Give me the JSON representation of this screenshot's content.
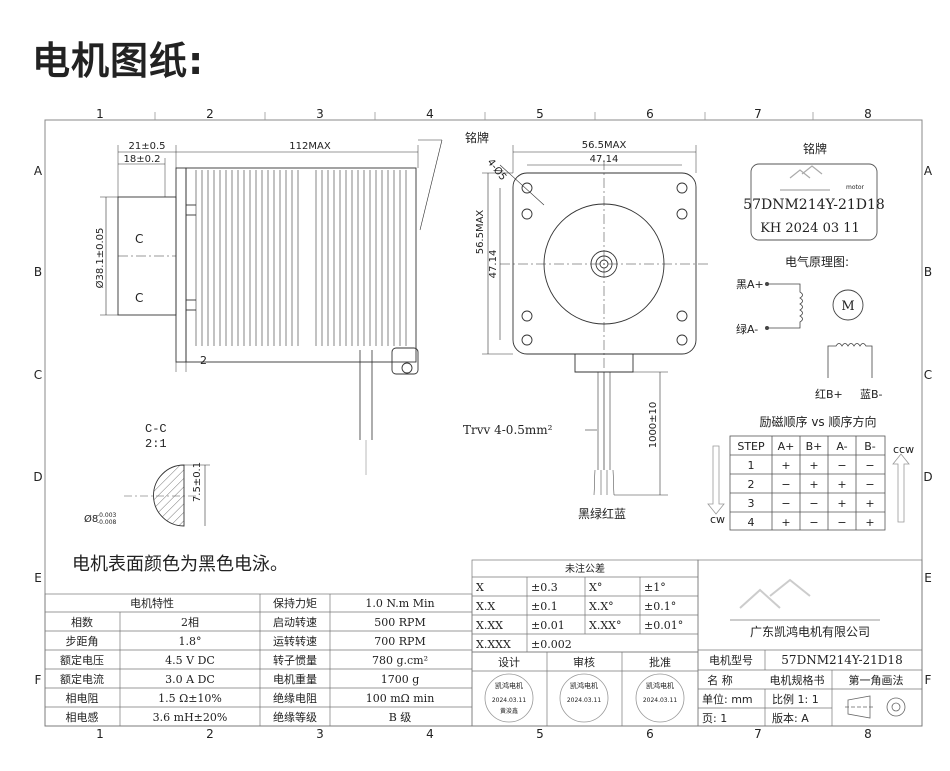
{
  "page": {
    "heading": "电机图纸:"
  },
  "grid": {
    "cols": [
      "1",
      "2",
      "3",
      "4",
      "5",
      "6",
      "7",
      "8"
    ],
    "rows": [
      "A",
      "B",
      "C",
      "D",
      "E",
      "F"
    ]
  },
  "side_view": {
    "dim_21": "21±0.5",
    "dim_18": "18±0.2",
    "dim_length": "112MAX",
    "dim_dia": "Ø38.1±0.05",
    "section_c_top": "C",
    "section_c_bottom": "C",
    "dim_2": "2",
    "nameplate_callout": "铭牌"
  },
  "front_view": {
    "hole_spec": "4-Ø5",
    "dim_outer": "56.5MAX",
    "dim_bolt": "47.14",
    "dim_outer_v": "56.5MAX",
    "dim_bolt_v": "47.14",
    "wire_spec": "Trvv 4-0.5mm²",
    "lead_length": "1000±10",
    "wire_colors": "黑绿红蓝"
  },
  "section": {
    "title": "C-C",
    "scale": "2:1",
    "dim_flat": "7.5±0.1",
    "dim_shaft": "Ø8",
    "tol_upper": "-0.003",
    "tol_lower": "-0.008"
  },
  "nameplate": {
    "title": "铭牌",
    "brand": "motor",
    "model": "57DNM214Y-21D18",
    "date": "KH 2024 03 11"
  },
  "schematic": {
    "title": "电气原理图:",
    "a_plus": "黑A+",
    "a_minus": "绿A-",
    "motor_symbol": "M",
    "b_plus": "红B+",
    "b_minus": "蓝B-"
  },
  "sequence": {
    "title": "励磁顺序 vs 顺序方向",
    "headers": [
      "STEP",
      "A+",
      "B+",
      "A-",
      "B-"
    ],
    "rows": [
      [
        "1",
        "+",
        "+",
        "−",
        "−"
      ],
      [
        "2",
        "−",
        "+",
        "+",
        "−"
      ],
      [
        "3",
        "−",
        "−",
        "+",
        "+"
      ],
      [
        "4",
        "+",
        "−",
        "−",
        "+"
      ]
    ],
    "ccw": "ccw",
    "cw": "cw"
  },
  "surface_note": "电机表面颜色为黑色电泳。",
  "specs": {
    "title": "电机特性",
    "rows": [
      [
        "相数",
        "2相",
        "保持力矩",
        "1.0 N.m Min"
      ],
      [
        "步距角",
        "1.8°",
        "启动转速",
        "500 RPM"
      ],
      [
        "额定电压",
        "4.5 V DC",
        "运转转速",
        "700 RPM"
      ],
      [
        "额定电流",
        "3.0 A DC",
        "转子惯量",
        "780 g.cm²"
      ],
      [
        "相电阻",
        "1.5 Ω±10%",
        "电机重量",
        "1700 g"
      ],
      [
        "相电感",
        "3.6 mH±20%",
        "绝缘电阻",
        "100 mΩ min"
      ],
      [
        "",
        "",
        "绝缘等级",
        "B 级"
      ]
    ]
  },
  "tolerance": {
    "title": "未注公差",
    "rows": [
      [
        "X",
        "±0.3",
        "X°",
        "±1°"
      ],
      [
        "X.X",
        "±0.1",
        "X.X°",
        "±0.1°"
      ],
      [
        "X.XX",
        "±0.01",
        "X.XX°",
        "±0.01°"
      ],
      [
        "X.XXX",
        "±0.002",
        "",
        ""
      ]
    ]
  },
  "approval": {
    "headers": [
      "设计",
      "审核",
      "批准"
    ],
    "stamp_company": "凯鸿电机",
    "stamp_date": "2024.03.11",
    "stamp_name": "黄浚鑫"
  },
  "title_block": {
    "company": "广东凯鸿电机有限公司",
    "model_label": "电机型号",
    "model_value": "57DNM214Y-21D18",
    "name_label": "名 称",
    "name_value": "电机规格书",
    "angle": "第一角画法",
    "unit": "单位: mm",
    "scale": "比例 1: 1",
    "page": "页: 1",
    "version": "版本: A"
  }
}
